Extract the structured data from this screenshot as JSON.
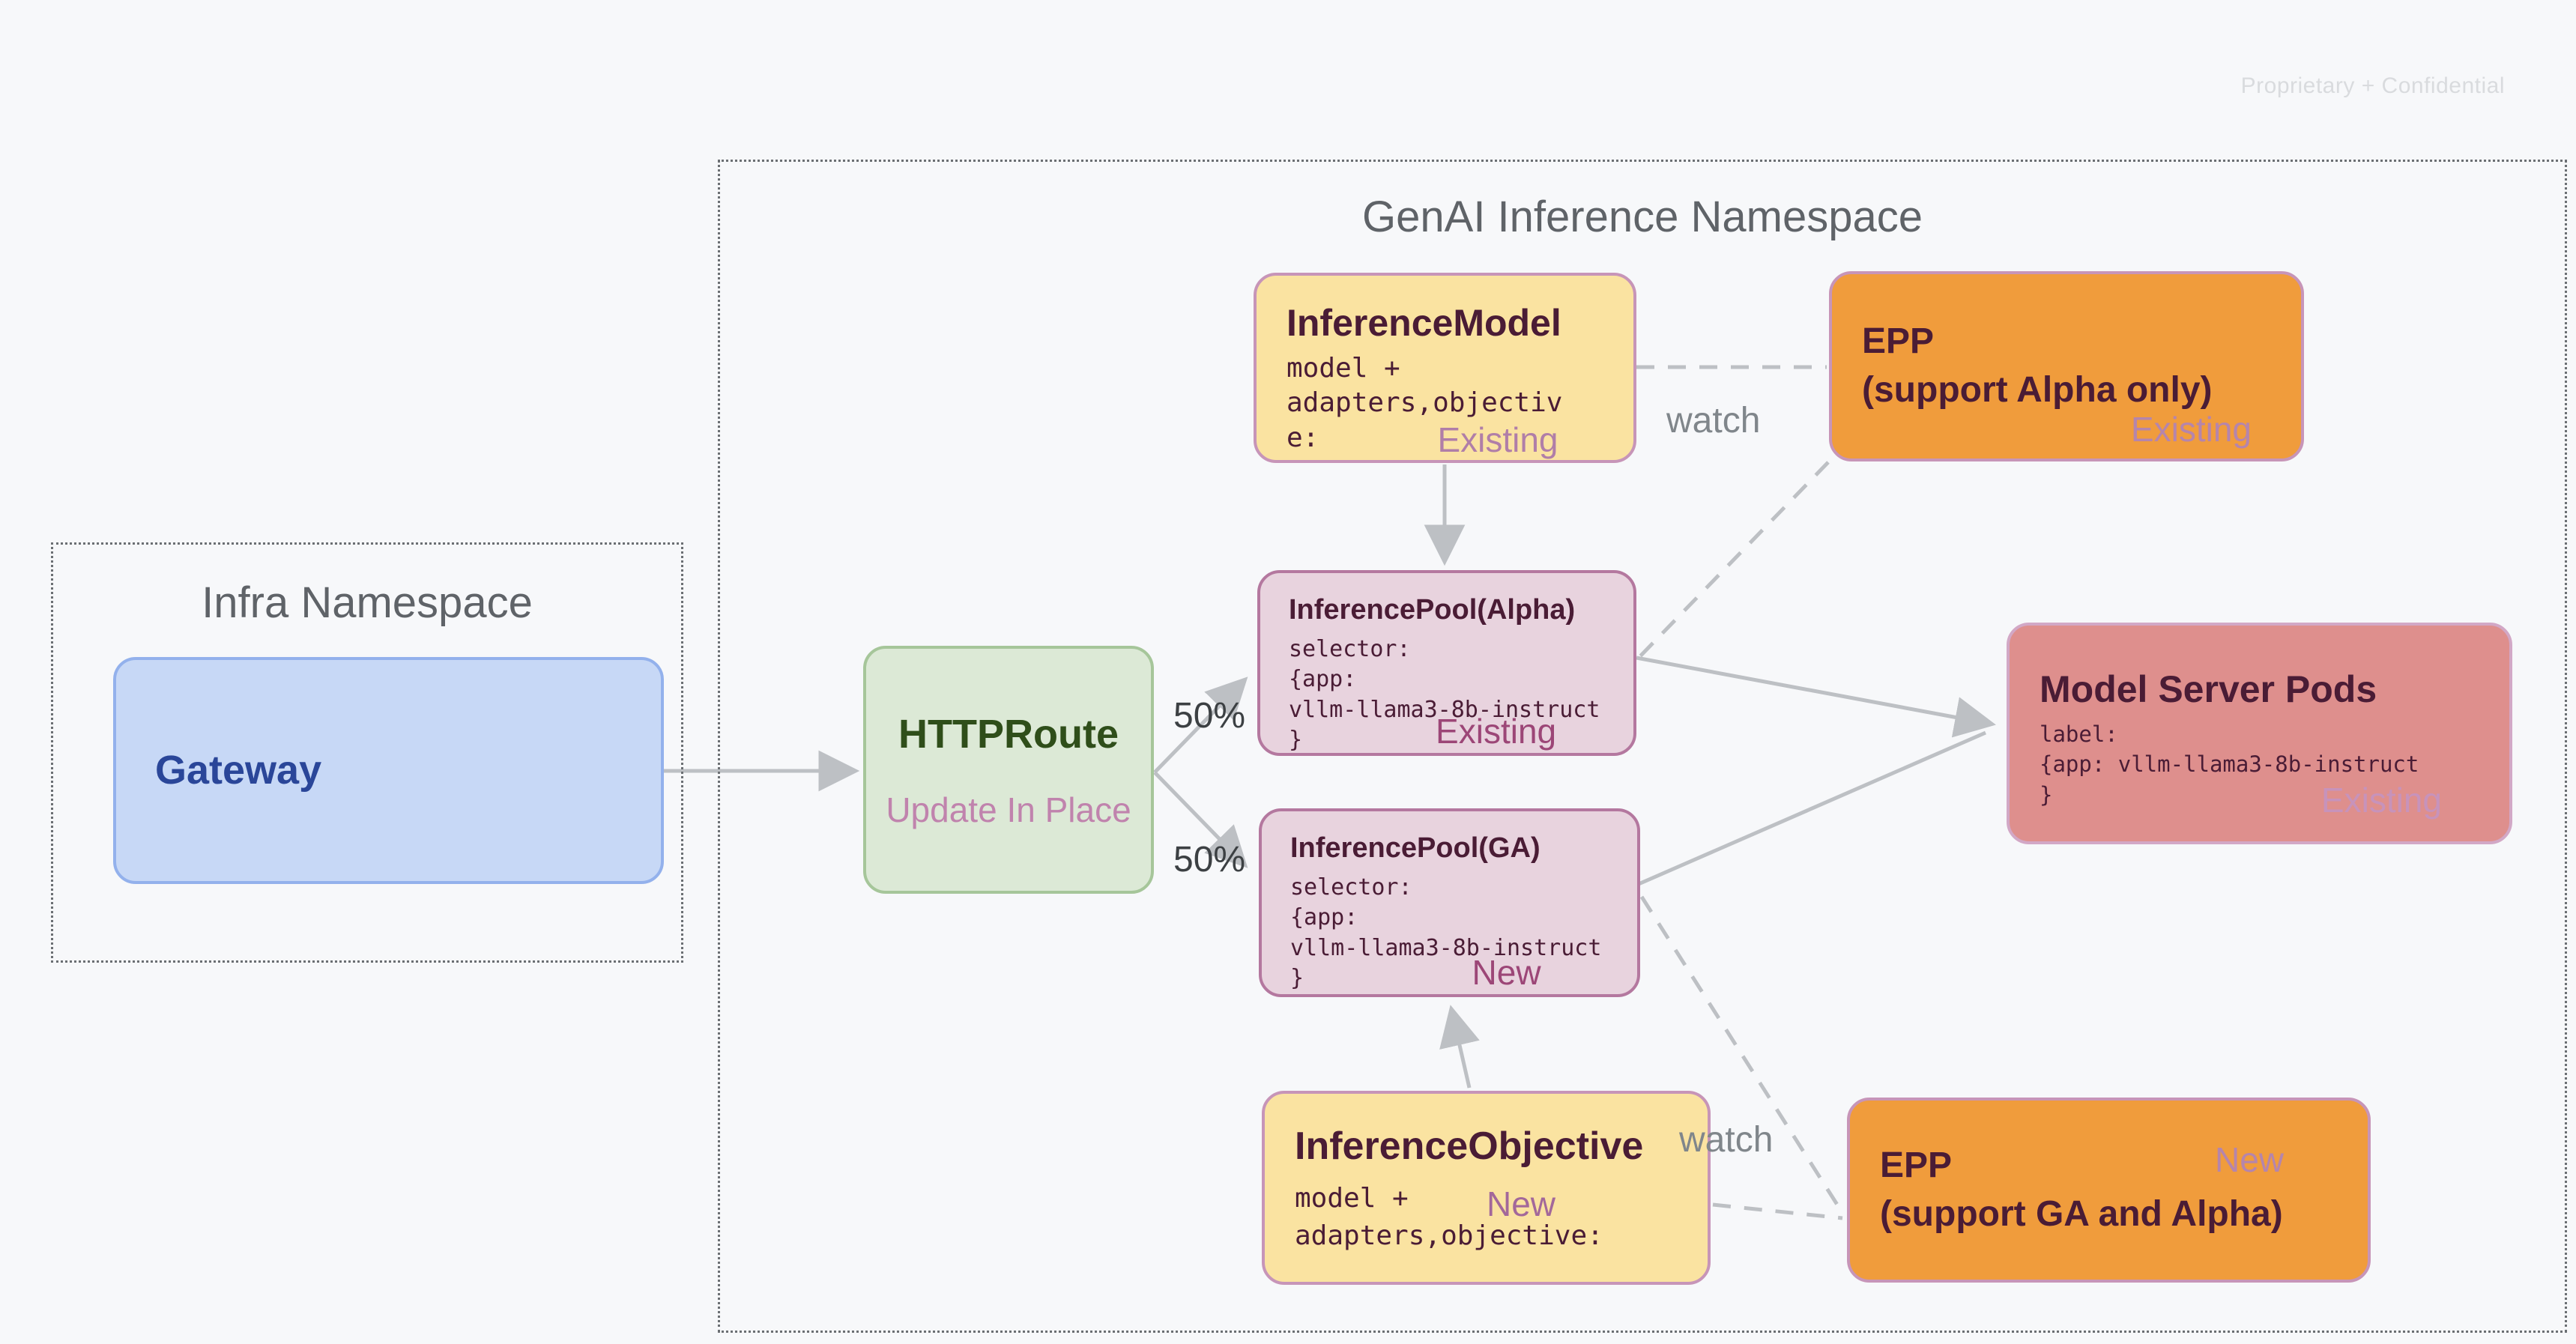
{
  "page": {
    "watermark": "Proprietary + Confidential"
  },
  "infra_namespace": {
    "title": "Infra Namespace",
    "gateway": {
      "title": "Gateway"
    }
  },
  "genai_namespace": {
    "title": "GenAI Inference Namespace",
    "nodes": {
      "http_route": {
        "title": "HTTPRoute",
        "subtitle": "Update In Place"
      },
      "inference_model": {
        "title": "InferenceModel",
        "body": "model +\nadapters,objectiv\ne:",
        "status": "Existing"
      },
      "epp_alpha": {
        "title": "EPP\n(support Alpha only)",
        "status": "Existing"
      },
      "inference_pool_alpha": {
        "title": "InferencePool(Alpha)",
        "body": "selector:\n{app:\nvllm-llama3-8b-instruct\n}",
        "status": "Existing"
      },
      "inference_pool_ga": {
        "title": "InferencePool(GA)",
        "body": "selector:\n{app:\nvllm-llama3-8b-instruct\n}",
        "status": "New"
      },
      "model_server_pods": {
        "title": "Model Server Pods",
        "body": "label:\n{app: vllm-llama3-8b-instruct\n}",
        "status": "Existing"
      },
      "inference_objective": {
        "title": "InferenceObjective",
        "body": "model +\nadapters,objective:",
        "status": "New"
      },
      "epp_ga": {
        "title": "EPP\n(support GA and Alpha)",
        "status": "New"
      }
    },
    "edge_labels": {
      "split_top": "50%",
      "split_bottom": "50%",
      "watch_top": "watch",
      "watch_bottom": "watch"
    }
  },
  "colors": {
    "background": "#F7F8FA",
    "namespace_border": "#6B6F73",
    "namespace_title": "#5F6368",
    "watermark": "#D9DBDE",
    "arrow": "#BDC0C4",
    "edge_label_dark": "#3C4043",
    "edge_label_gray": "#80868B",
    "dark_text": "#4A1C35",
    "yellow_fill": "#FAE3A1",
    "pink_border": "#C795B8",
    "mauve_label": "#B07EA8",
    "orange_fill": "#F09C3C",
    "orange_label": "#B585AC",
    "pool_fill": "#E8D3DE",
    "pool_border": "#B4789F",
    "rose_label": "#9C4677",
    "salmon_fill": "#DE8F8D",
    "salmon_border": "#D2A8C6",
    "light_label": "#C793BB",
    "obj_label": "#A3689A",
    "green_fill": "#DCE9D6",
    "green_border": "#A6C69A",
    "green_text": "#2F4E1A",
    "green_sub": "#C083AD",
    "blue_fill": "#C7D8F6",
    "blue_border": "#93B1EC",
    "blue_text": "#2A4699"
  }
}
